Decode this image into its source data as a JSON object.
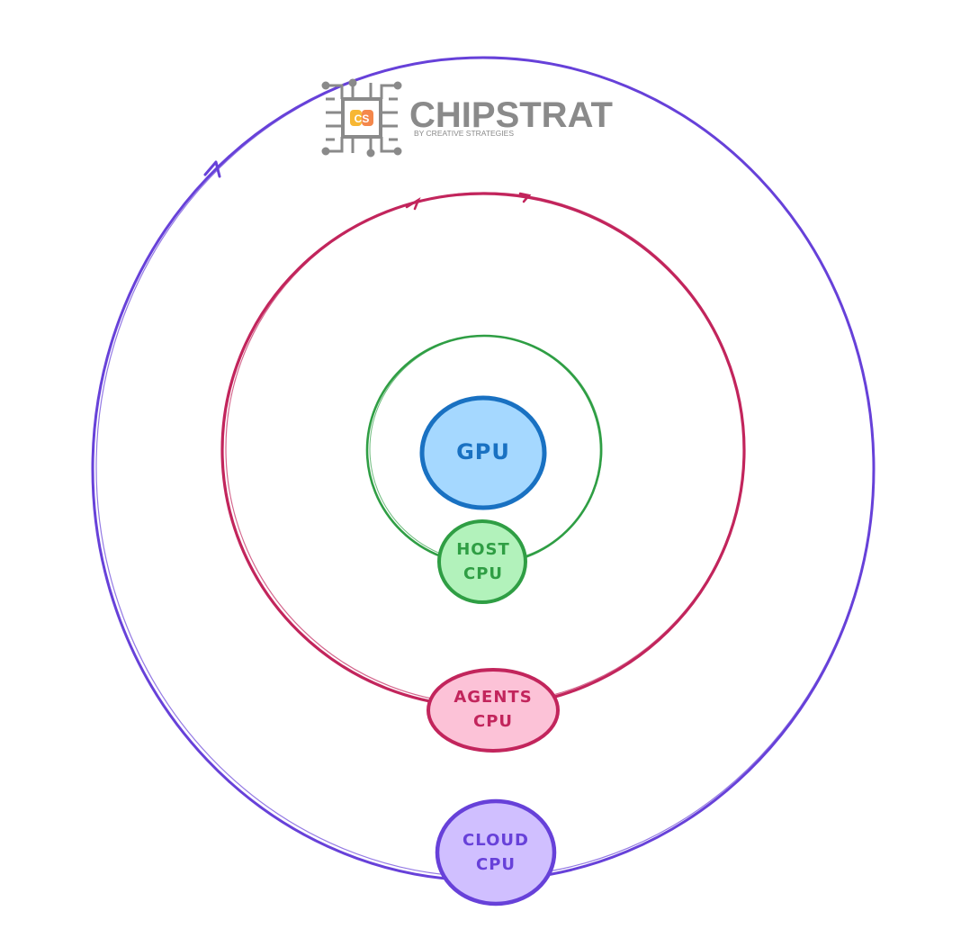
{
  "logo": {
    "name": "CHIPSTRAT",
    "tagline": "BY CREATIVE STRATEGIES",
    "mark_initials": "CS",
    "icon": "circuit-chip-icon"
  },
  "nodes": {
    "gpu": {
      "label": "GPU",
      "fill": "#a5d8ff",
      "stroke": "#1971c2"
    },
    "host_cpu": {
      "line1": "HOST",
      "line2": "CPU",
      "fill": "#b2f2bb",
      "stroke": "#2f9e44"
    },
    "agents_cpu": {
      "line1": "AGENTS",
      "line2": "CPU",
      "fill": "#fcc2d7",
      "stroke": "#c2255c"
    },
    "cloud_cpu": {
      "line1": "CLOUD",
      "line2": "CPU",
      "fill": "#d0bfff",
      "stroke": "#6741d9"
    }
  },
  "rings": {
    "host": {
      "stroke": "#2f9e44"
    },
    "agents": {
      "stroke": "#c2255c"
    },
    "cloud": {
      "stroke": "#6741d9"
    }
  }
}
